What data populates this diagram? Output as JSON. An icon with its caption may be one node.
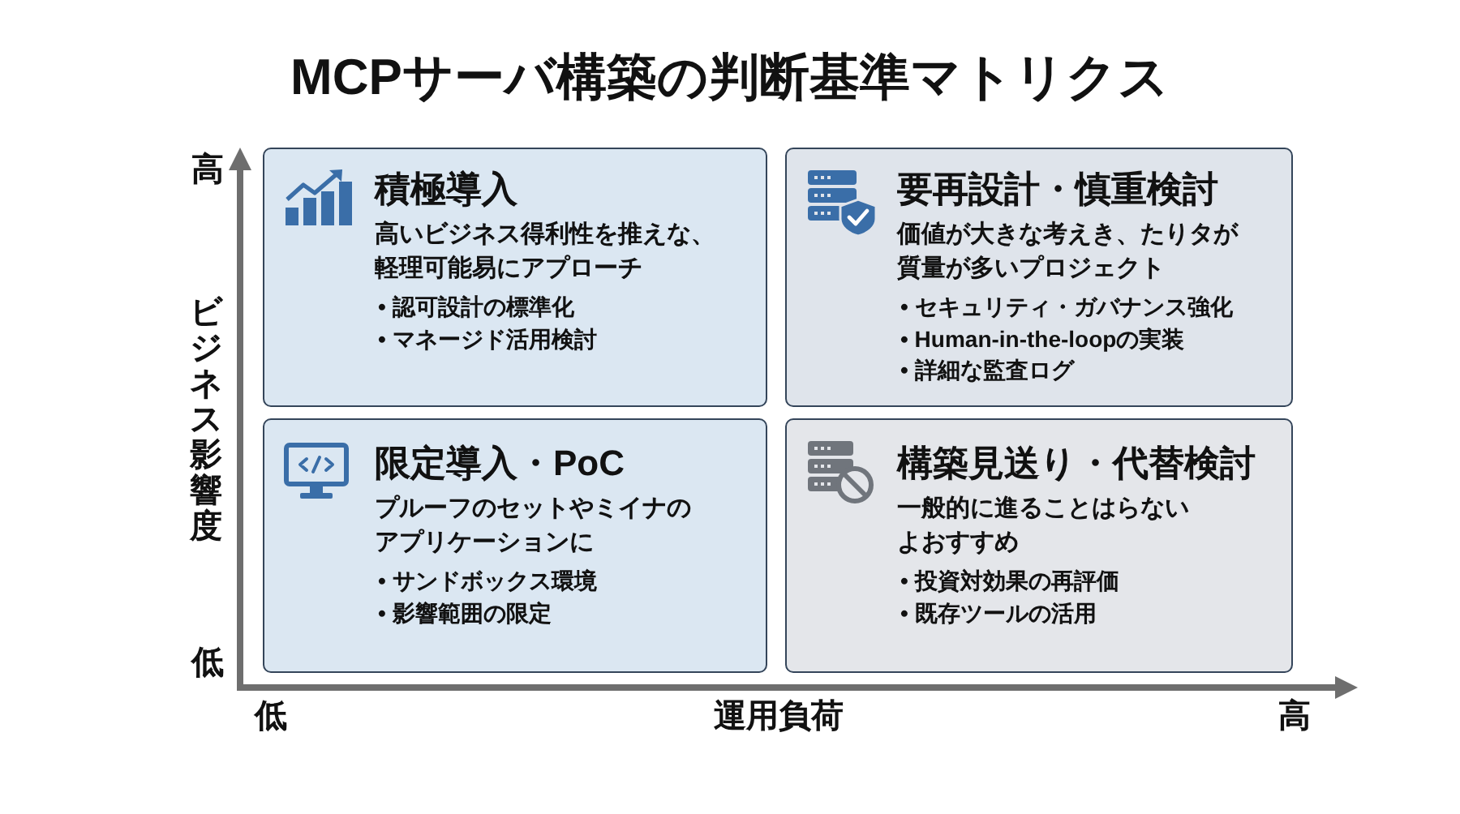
{
  "diagram": {
    "title": "MCPサーバ構築の判断基準マトリクス",
    "nodes": [
      {
        "text": [
          "積極導入",
          "高いビジネス得利性を推えな、軽理可能易にアプローチ",
          "• 認可設計の標準化",
          "• マネージド活用検討"
        ]
      },
      {
        "text": [
          "要再設計・慎重検討",
          "価値が大きな考えき、たりタが質量が多いプロジェクト",
          "• セキュリティ・ガバナンス強化",
          "• Human-in-the-loopの実装",
          "• 詳細な監査ログ"
        ]
      },
      {
        "text": [
          "限定導入・PoC",
          "プルーフのセットやミイナのアプリケーションに",
          "• サンドボックス環境",
          "• 影響範囲の限定"
        ]
      },
      {
        "text": [
          "構築見送り・代替検討",
          "一般的に進ることはらないよおすすめ",
          "• 投資対効果の再評価",
          "• 既存ツールの活用"
        ]
      }
    ],
    "labels": [
      "高",
      "ビジネス影響度",
      "低",
      "低",
      "運用負荷",
      "高"
    ]
  }
}
